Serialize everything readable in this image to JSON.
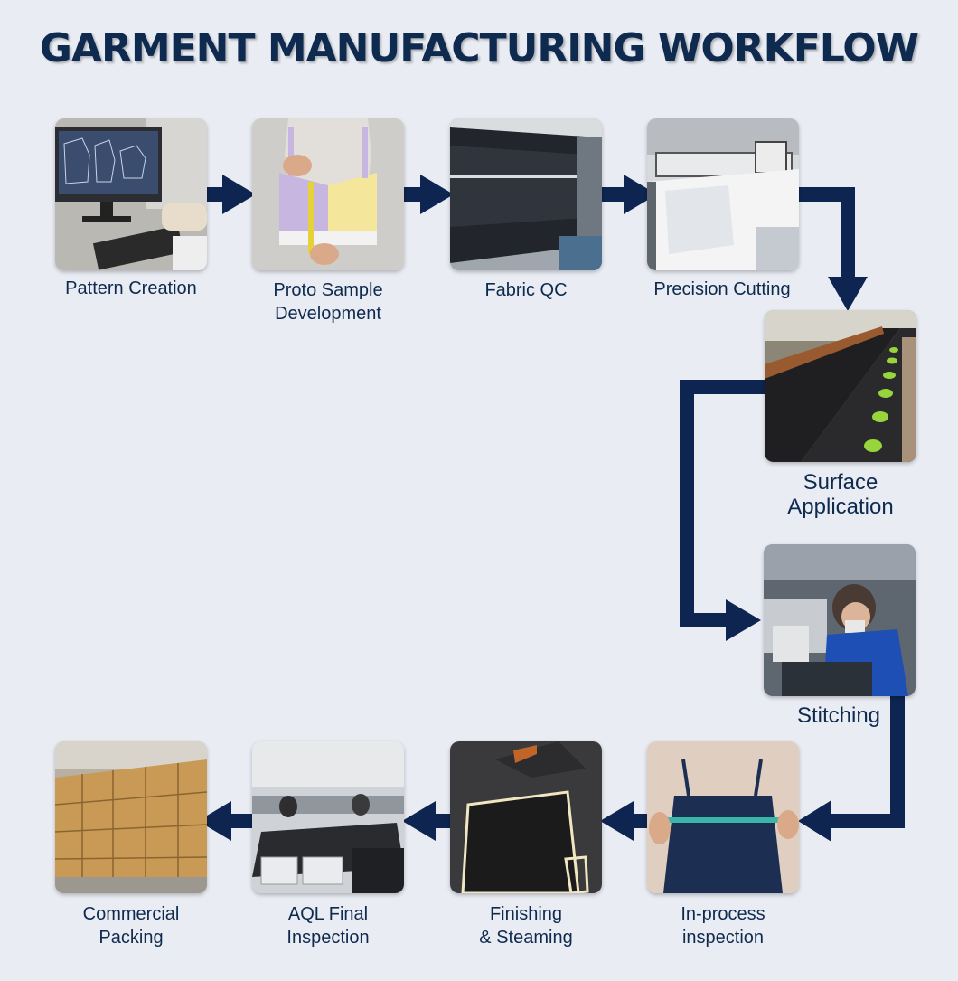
{
  "title": "GARMENT MANUFACTURING WORKFLOW",
  "colors": {
    "background": "#e9ecf3",
    "title": "#0f2a4f",
    "arrow": "#0d2550"
  },
  "steps": [
    {
      "label": "Pattern Creation"
    },
    {
      "label": "Proto Sample\nDevelopment"
    },
    {
      "label": "Fabric QC"
    },
    {
      "label": "Precision Cutting"
    },
    {
      "label": "Surface\nApplication"
    },
    {
      "label": "Stitching"
    },
    {
      "label": "In-process\ninspection"
    },
    {
      "label": "Finishing\n& Steaming"
    },
    {
      "label": "AQL Final\nInspection"
    },
    {
      "label": "Commercial\nPacking"
    }
  ]
}
